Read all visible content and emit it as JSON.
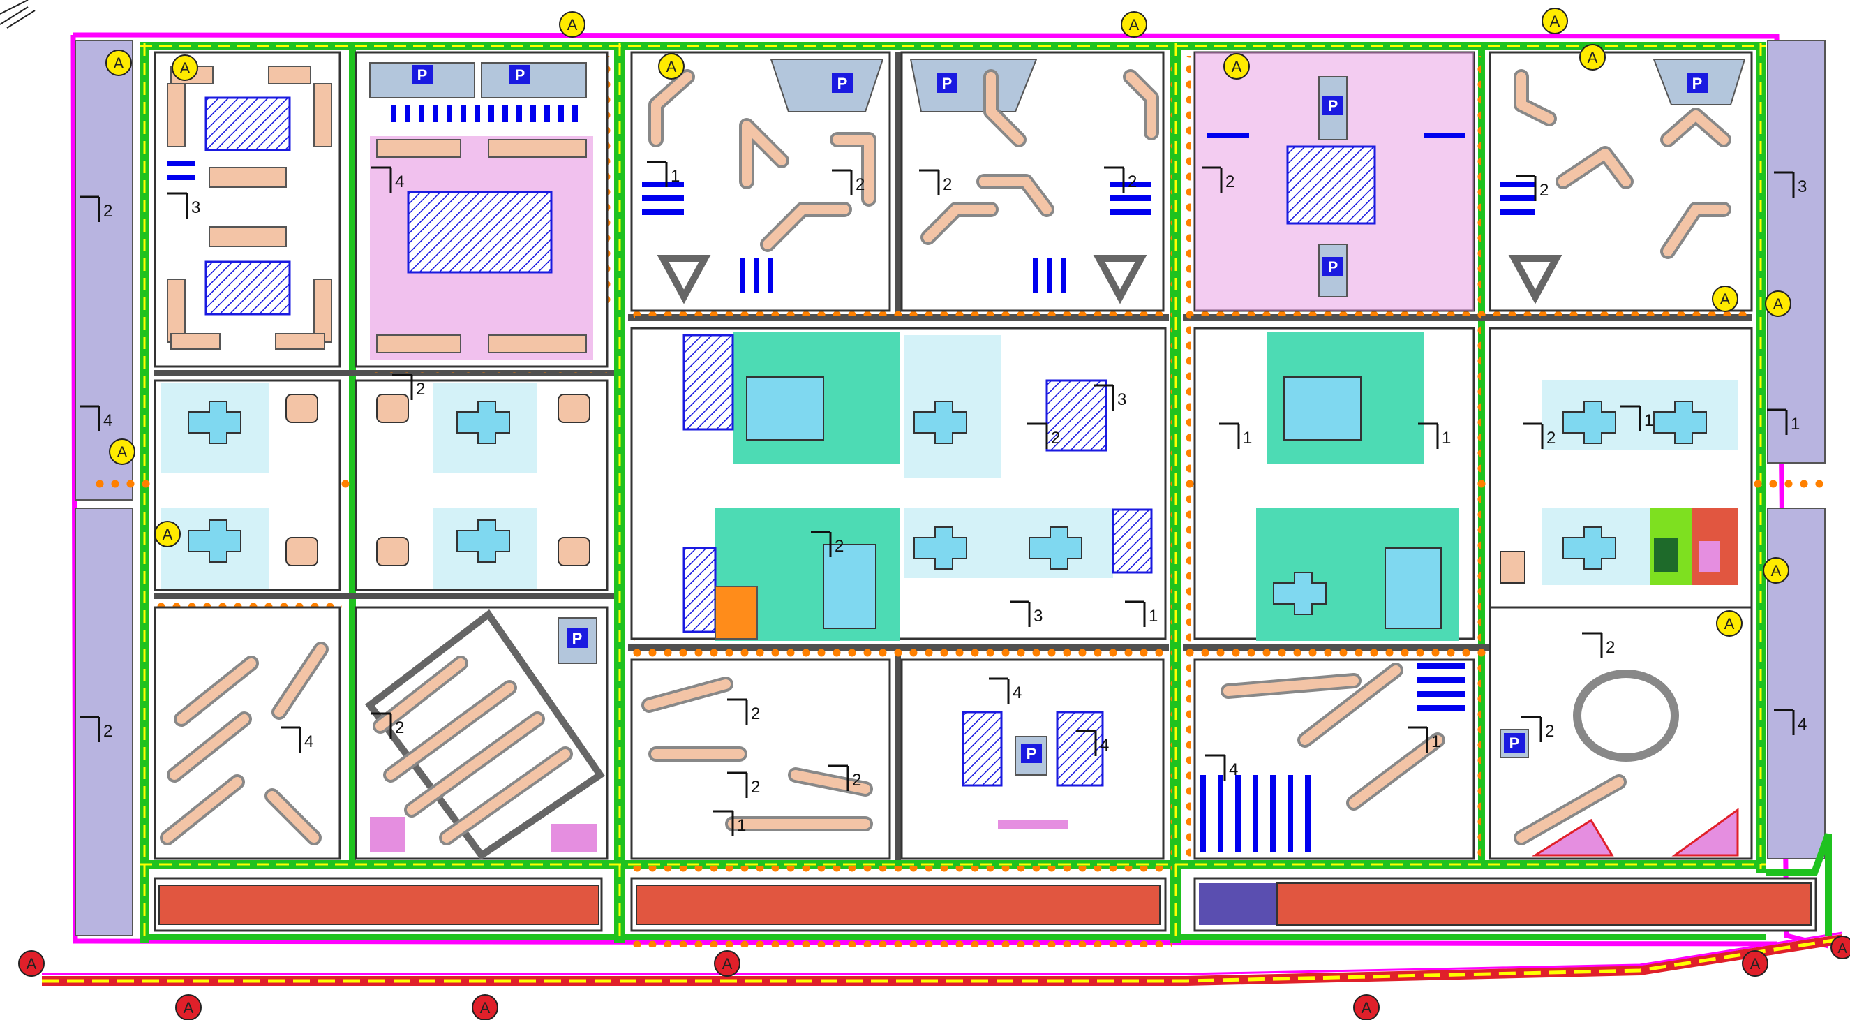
{
  "map": {
    "colors": {
      "boundary": "#ff00ff",
      "road_green": "#1fc21f",
      "road_inner": "#ffff00",
      "parking_blue": "#0000ee",
      "tree_orange": "#ff8000",
      "residential": "#f3c4a6",
      "residential_pink": "#e58ee0",
      "school_teal": "#4ddbb4",
      "kinder_lightblue": "#7fd8f0",
      "block_light": "#d4f2f8",
      "commercial_red": "#e15640",
      "industrial_purple": "#b8b4e0",
      "purple_dark": "#5a4eb0",
      "street_gray": "#a7a7a7",
      "bg": "#ffffff",
      "hatch": "#1a1ae0",
      "stop_yellow": "#ffeb00",
      "stop_red": "#e0202a",
      "sport_green": "#7ee020",
      "dark_green": "#1e6a2a",
      "orange_block": "#ff8c1a"
    },
    "stop_label": "A",
    "parking_label": "P",
    "number_labels": [
      "1",
      "2",
      "3",
      "4",
      "2",
      "2",
      "2",
      "2",
      "2",
      "1",
      "3",
      "3",
      "1",
      "4",
      "4",
      "2",
      "1",
      "2",
      "1",
      "2",
      "2",
      "4",
      "4",
      "1",
      "2",
      "2",
      "2",
      "1",
      "4",
      "2",
      "3",
      "1",
      "2",
      "4",
      "2",
      "2"
    ]
  }
}
